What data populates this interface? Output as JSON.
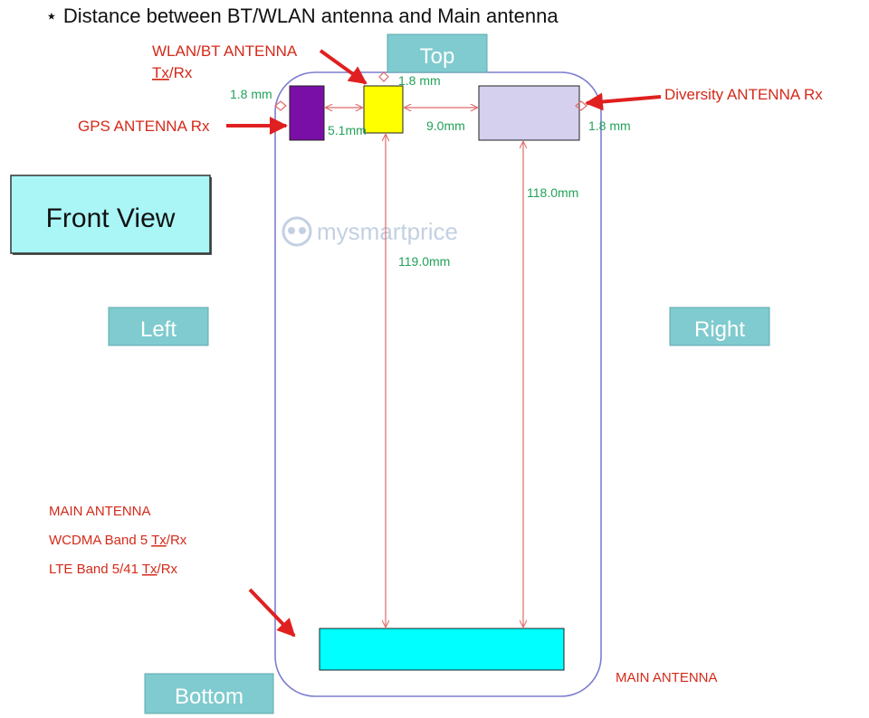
{
  "title": "⋆ Distance between BT/WLAN antenna and Main antenna",
  "front_view_label": "Front View",
  "sides": {
    "top": "Top",
    "left": "Left",
    "right": "Right",
    "bottom": "Bottom"
  },
  "watermark": "mysmartprice",
  "antennas": {
    "wlan_bt_line1": "WLAN/BT ANTENNA",
    "wlan_bt_tx": "Tx",
    "wlan_bt_rx": "/Rx",
    "gps": "GPS ANTENNA Rx",
    "diversity": "Diversity ANTENNA Rx",
    "main_label": "MAIN ANTENNA",
    "main_desc_title": "MAIN ANTENNA",
    "main_desc_band1_pre": "WCDMA Band 5 ",
    "main_desc_band1_tx": "Tx",
    "main_desc_band1_rx": "/Rx",
    "main_desc_band2_pre": "LTE Band 5/41 ",
    "main_desc_band2_tx": "Tx",
    "main_desc_band2_rx": "/Rx"
  },
  "measurements": {
    "gps_edge": "1.8 mm",
    "wlan_top": "1.8 mm",
    "diversity_edge": "1.8 mm",
    "gps_wlan": "5.1mm",
    "wlan_diversity": "9.0mm",
    "diversity_main": "118.0mm",
    "wlan_main": "119.0mm"
  },
  "colors": {
    "phone_outline": "#7c7ed0",
    "gps_block": "#7a0fa8",
    "wlan_block": "#ffff00",
    "diversity_block": "#d5d0ee",
    "main_block": "#00ffff",
    "side_box": "#7fcbcf",
    "front_view_box": "#aaf6f7",
    "dimension_line": "#e06a6a",
    "label_red": "#d42a1a",
    "label_green": "#23a15a"
  }
}
